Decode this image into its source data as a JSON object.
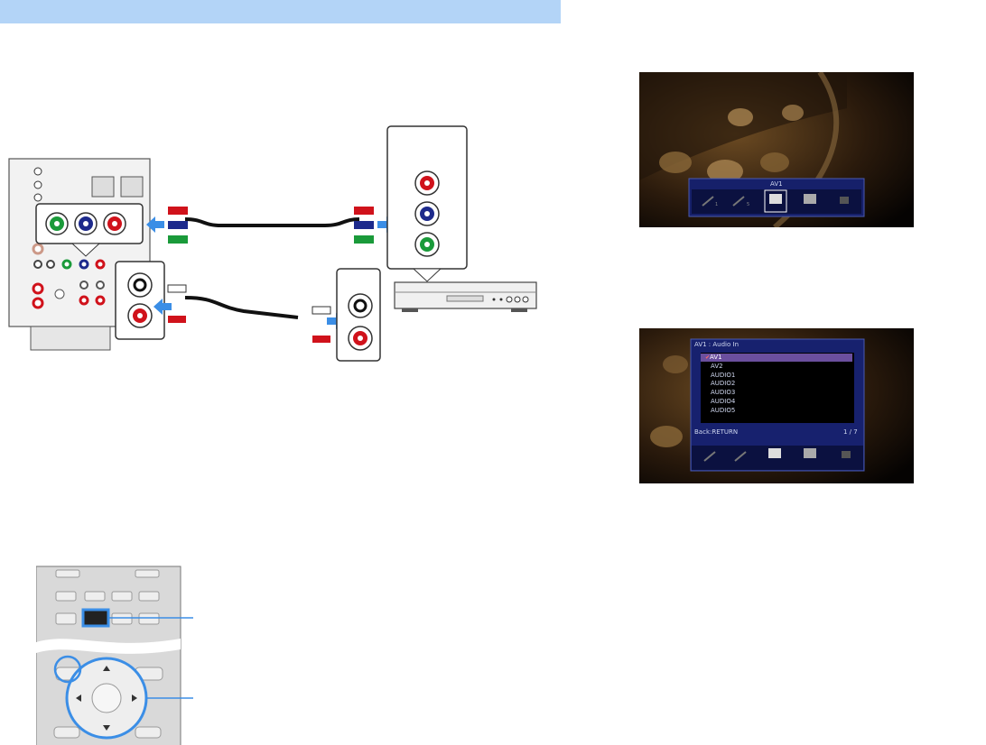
{
  "header": {
    "color": "#b3d4f7"
  },
  "screen1": {
    "selector_title": "AV1",
    "thumbnails": [
      "1",
      "5",
      "",
      "",
      ""
    ]
  },
  "screen2": {
    "panel_title": "AV1 : Audio In",
    "options": [
      "AV1",
      "AV2",
      "AUDIO1",
      "AUDIO2",
      "AUDIO3",
      "AUDIO4",
      "AUDIO5"
    ],
    "selected_index": 0,
    "footer_left": "Back:RETURN",
    "footer_right": "1 / 7"
  },
  "colors": {
    "accent_blue": "#3b8ee6",
    "jack_red": "#d0121b",
    "jack_green": "#1a9a3a",
    "jack_blue": "#1d2a8c",
    "osd_highlight": "#6b4f9e"
  }
}
